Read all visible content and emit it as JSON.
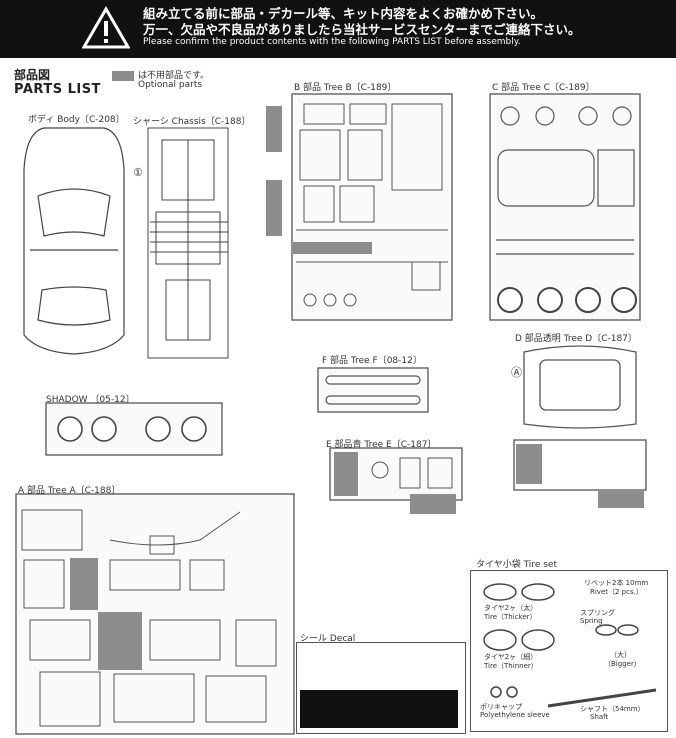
{
  "banner": {
    "line1": "組み立てる前に部品・デカール等、キット内容をよくお確かめ下さい。",
    "line2": "万一、欠品や不良品がありましたら当社サービスセンターまでご連絡下さい。",
    "line3": "Please confirm the product contents with the following PARTS LIST before assembly."
  },
  "header": {
    "title_jp": "部品図",
    "title_en": "PARTS LIST",
    "legend_jp": "は不用部品です。",
    "legend_en": "Optional parts"
  },
  "sections": {
    "body": "ボディ Body〔C-208〕",
    "chassis": "シャーシ Chassis〔C-188〕",
    "chassis_num": "①",
    "tree_b": "B 部品 Tree B〔C-189〕",
    "tree_c": "C 部品 Tree C〔C-189〕",
    "tree_d": "D 部品透明 Tree D〔C-187〕",
    "tree_d_mark": "Ⓐ",
    "tree_f": "F 部品 Tree F〔08-12〕",
    "tree_e": "E 部品青 Tree E〔C-187〕",
    "tree_a": "A 部品 Tree A〔C-188〕",
    "shadow": "SHADOW 〔05-12〕",
    "decal": "シール Decal",
    "tire_set": "タイヤ小袋 Tire set"
  },
  "tire_set": {
    "rivet": "リベット2本 10mm",
    "rivet_en": "Rivet（2 pcs.）",
    "tire_thick_jp": "タイヤ2ヶ（太）",
    "tire_thick_en": "Tire（Thicker）",
    "spring_jp": "スプリング",
    "spring_en": "Spring",
    "tire_thin_jp": "タイヤ2ヶ（細）",
    "tire_thin_en": "Tire（Thinner）",
    "bigger": "（大）",
    "bigger_en": "（Bigger）",
    "cap_jp": "ポリキャップ",
    "cap_en": "Polyethylene sleeve",
    "shaft_jp": "シャフト（54mm）",
    "shaft_en": "Shaft"
  },
  "colors": {
    "banner_bg": "#111111",
    "optional_shade": "#8d8d8d",
    "decal_black": "#111111"
  }
}
